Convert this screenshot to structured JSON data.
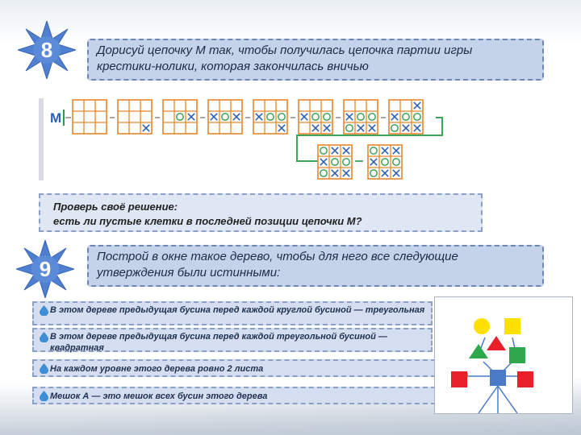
{
  "task8": {
    "number": "8",
    "text_line1": "Дорисуй цепочку М так, чтобы получилась цепочка партии игры",
    "text_line2": "крестики-нолики, которая закончилась вничью"
  },
  "chain": {
    "label": "М",
    "top_row_positions": [
      [
        "",
        "",
        "",
        "",
        "",
        "",
        "",
        "",
        ""
      ],
      [
        "",
        "",
        "",
        "",
        "",
        "",
        "",
        "",
        "X"
      ],
      [
        "",
        "",
        "",
        "",
        "O",
        "X",
        "",
        "",
        ""
      ],
      [
        "",
        "",
        "",
        "X",
        "O",
        "X",
        "",
        "",
        ""
      ],
      [
        "",
        "",
        "",
        "X",
        "O",
        "O",
        "",
        "",
        "X"
      ],
      [
        "",
        "",
        "",
        "X",
        "O",
        "O",
        "",
        "X",
        "X"
      ],
      [
        "",
        "",
        "",
        "X",
        "O",
        "O",
        "O",
        "X",
        "X"
      ],
      [
        "",
        "",
        "X",
        "X",
        "O",
        "O",
        "O",
        "X",
        "X"
      ]
    ],
    "bottom_row_positions": [
      [
        "O",
        "X",
        "X",
        "X",
        "O",
        "O",
        "O",
        "X",
        "X"
      ],
      [
        "O",
        "X",
        "X",
        "X",
        "O",
        "O",
        "O",
        "X",
        "X"
      ]
    ]
  },
  "check": {
    "line1": "Проверь своё решение:",
    "line2": "есть ли пустые клетки в последней позиции цепочки М?"
  },
  "task9": {
    "number": "9",
    "text_line1": "Построй в окне такое дерево, чтобы для него все следующие",
    "text_line2": "утверждения были истинными:"
  },
  "statements": [
    "В этом дереве предыдущая бусина перед каждой круглой бусиной — треугольная",
    "В этом дереве предыдущая бусина перед каждой треугольной бусиной — квадратная",
    "На каждом уровне этого дерева ровно 2 листа",
    "Мешок А — это мешок всех бусин этого дерева"
  ],
  "colors": {
    "star": "#4f7fd0",
    "task_bg": "#c5d3ea",
    "grid_orange": "#e8872a",
    "x_blue": "#2a5fb8",
    "o_green": "#2e9c4e",
    "arrow_green": "#3ca35a",
    "bead_yellow": "#ffe000",
    "bead_red": "#e8202a",
    "bead_green": "#2ea84a",
    "bead_blue": "#4a7ac8"
  }
}
